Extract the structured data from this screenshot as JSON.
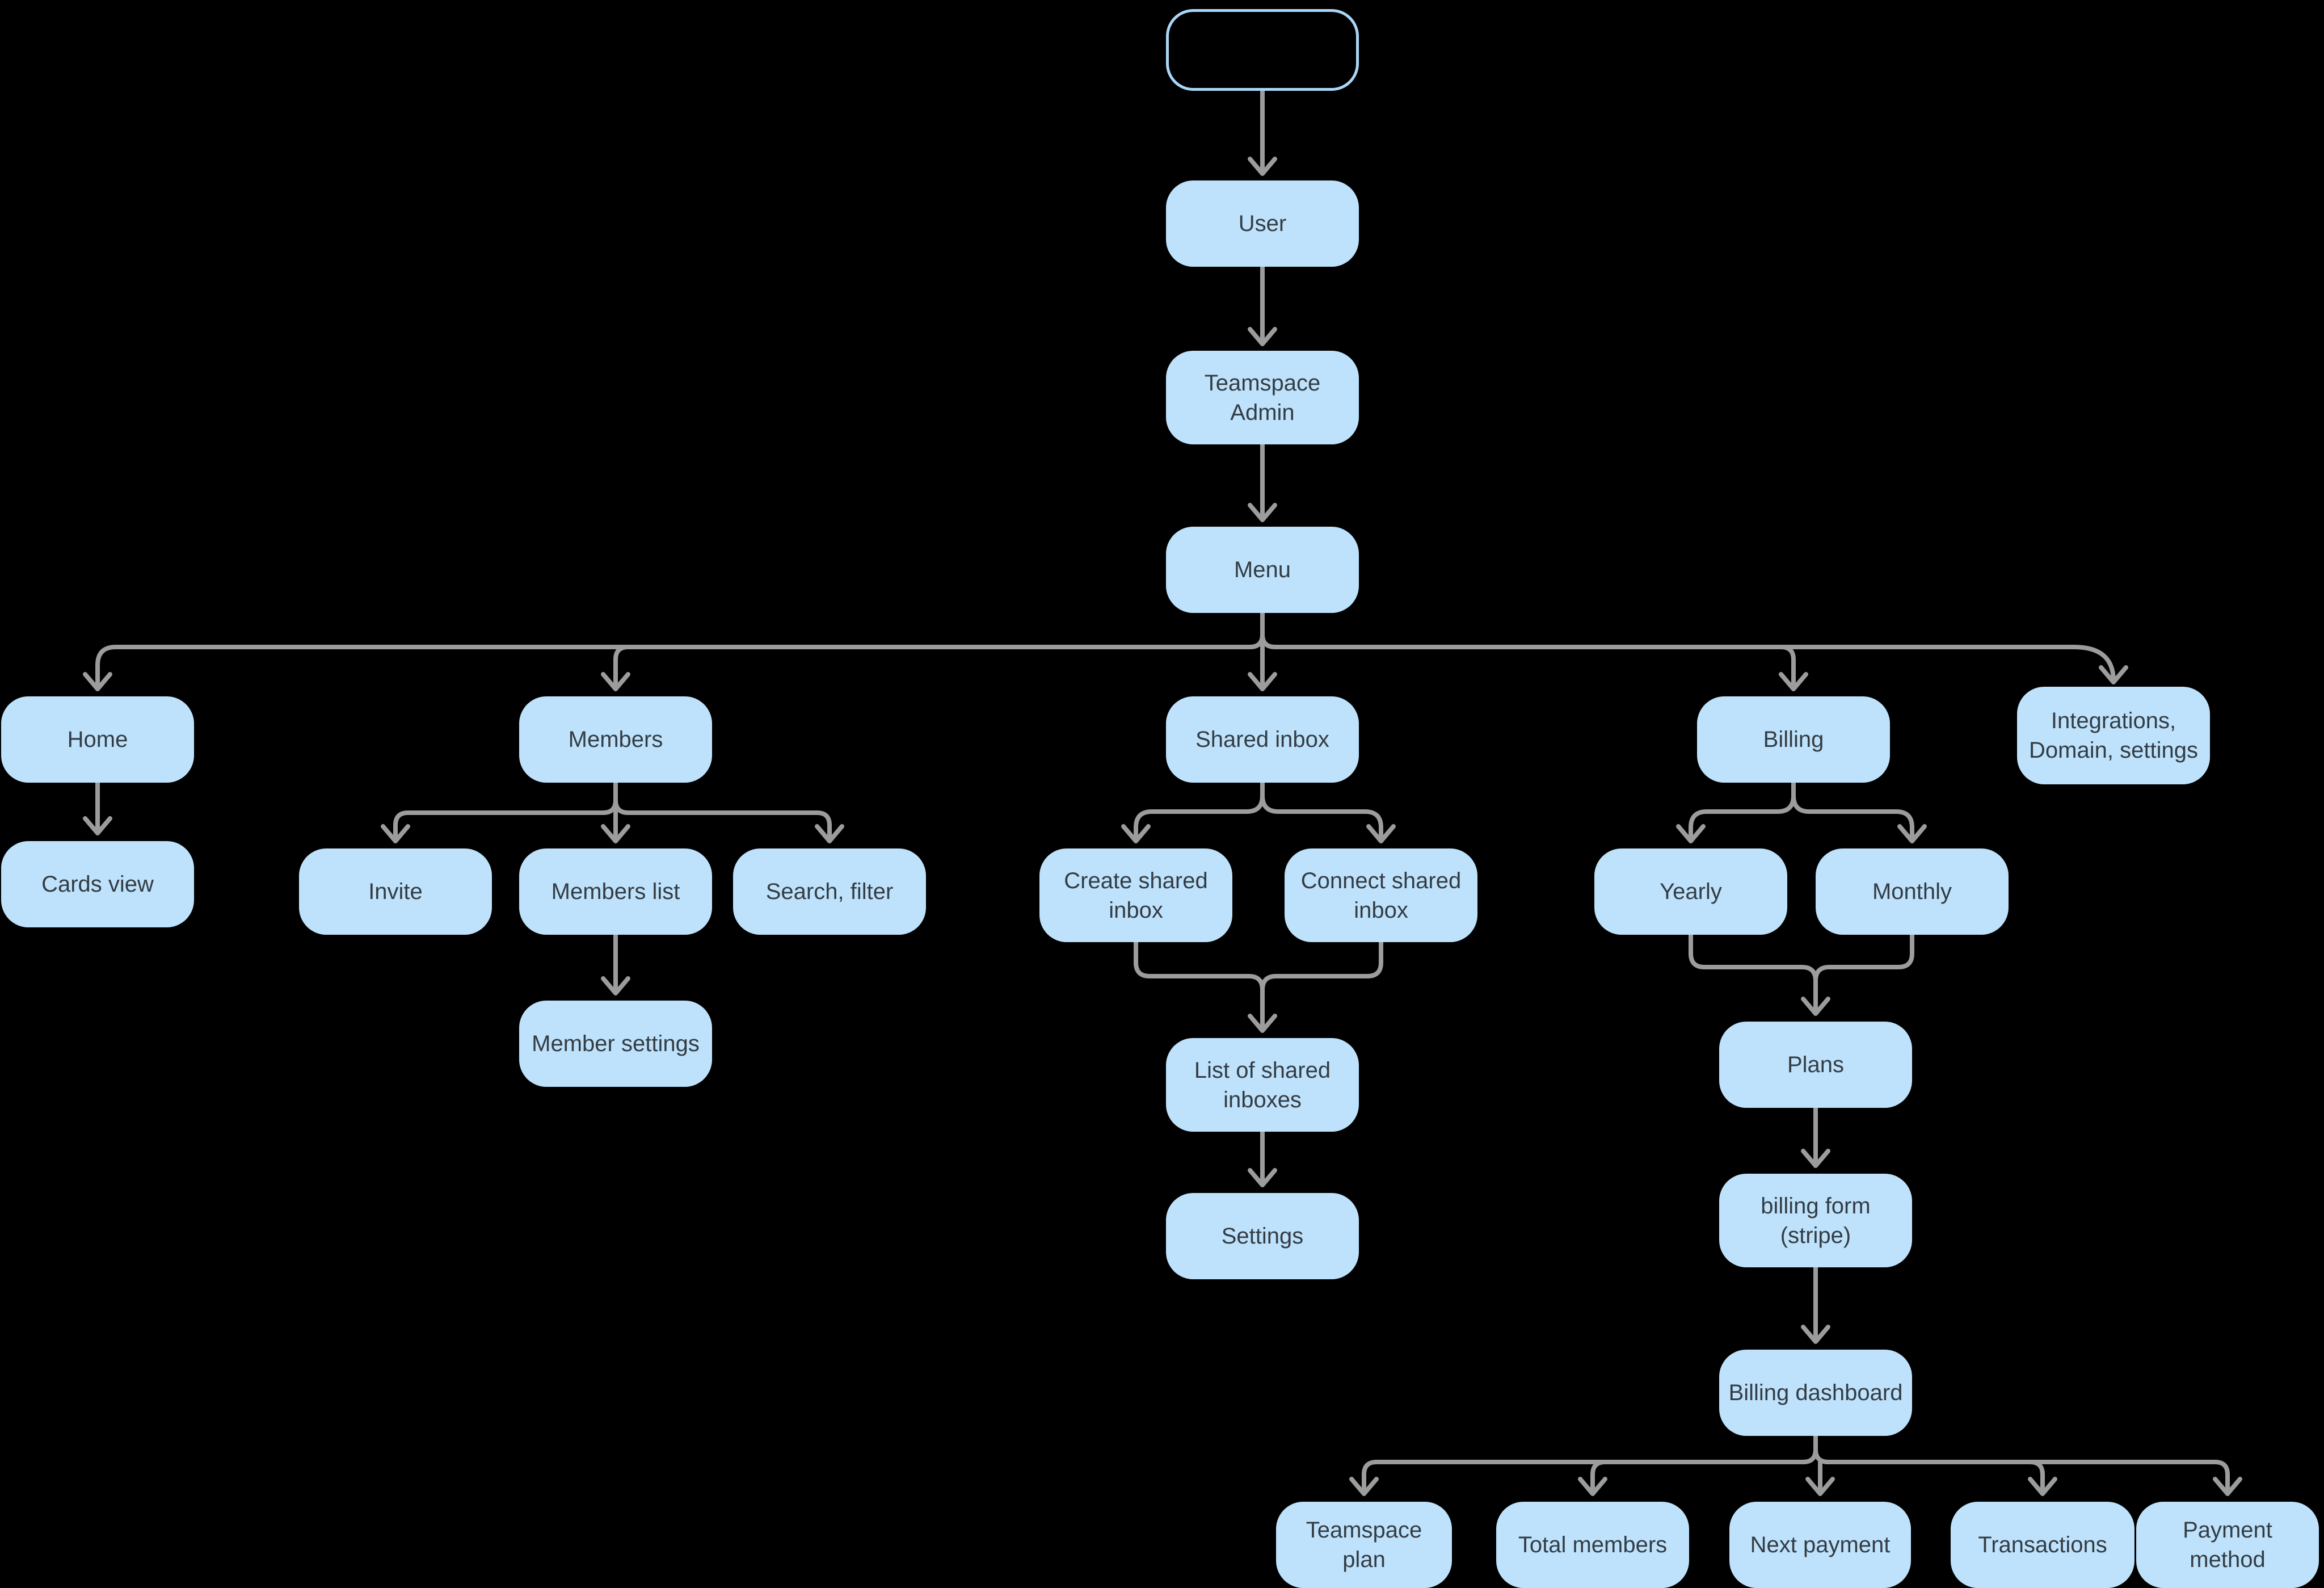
{
  "diagram": {
    "type": "flowchart",
    "description": "Teamspace admin sitemap flowchart on black background",
    "colors": {
      "background": "#000000",
      "node_fill": "#BEE2FB",
      "node_outline": "#A9D7F7",
      "node_text": "#333C44",
      "connector": "#9C9C9C"
    },
    "nodes": [
      {
        "id": "start",
        "label": "",
        "variant": "outline"
      },
      {
        "id": "user",
        "label": "User"
      },
      {
        "id": "teamspace-admin",
        "label": "Teamspace Admin"
      },
      {
        "id": "menu",
        "label": "Menu"
      },
      {
        "id": "home",
        "label": "Home"
      },
      {
        "id": "members",
        "label": "Members"
      },
      {
        "id": "shared-inbox",
        "label": "Shared inbox"
      },
      {
        "id": "billing",
        "label": "Billing"
      },
      {
        "id": "integrations-domain-settings",
        "label": "Integrations, Domain, settings"
      },
      {
        "id": "cards-view",
        "label": "Cards view"
      },
      {
        "id": "invite",
        "label": "Invite"
      },
      {
        "id": "members-list",
        "label": "Members list"
      },
      {
        "id": "search-filter",
        "label": "Search, filter"
      },
      {
        "id": "create-shared-inbox",
        "label": "Create shared inbox"
      },
      {
        "id": "connect-shared-inbox",
        "label": "Connect shared inbox"
      },
      {
        "id": "yearly",
        "label": "Yearly"
      },
      {
        "id": "monthly",
        "label": "Monthly"
      },
      {
        "id": "member-settings",
        "label": "Member settings"
      },
      {
        "id": "list-of-shared-inboxes",
        "label": "List of shared inboxes"
      },
      {
        "id": "settings",
        "label": "Settings"
      },
      {
        "id": "plans",
        "label": "Plans"
      },
      {
        "id": "billing-form-stripe",
        "label": "billing form (stripe)"
      },
      {
        "id": "billing-dashboard",
        "label": "Billing dashboard"
      },
      {
        "id": "teamspace-plan",
        "label": "Teamspace plan"
      },
      {
        "id": "total-members",
        "label": "Total members"
      },
      {
        "id": "next-payment",
        "label": "Next payment"
      },
      {
        "id": "transactions",
        "label": "Transactions"
      },
      {
        "id": "payment-method",
        "label": "Payment method"
      }
    ],
    "edges": [
      [
        "start",
        "user"
      ],
      [
        "user",
        "teamspace-admin"
      ],
      [
        "teamspace-admin",
        "menu"
      ],
      [
        "menu",
        "home"
      ],
      [
        "menu",
        "members"
      ],
      [
        "menu",
        "shared-inbox"
      ],
      [
        "menu",
        "billing"
      ],
      [
        "menu",
        "integrations-domain-settings"
      ],
      [
        "home",
        "cards-view"
      ],
      [
        "members",
        "invite"
      ],
      [
        "members",
        "members-list"
      ],
      [
        "members",
        "search-filter"
      ],
      [
        "members-list",
        "member-settings"
      ],
      [
        "shared-inbox",
        "create-shared-inbox"
      ],
      [
        "shared-inbox",
        "connect-shared-inbox"
      ],
      [
        "create-shared-inbox",
        "list-of-shared-inboxes"
      ],
      [
        "connect-shared-inbox",
        "list-of-shared-inboxes"
      ],
      [
        "list-of-shared-inboxes",
        "settings"
      ],
      [
        "billing",
        "yearly"
      ],
      [
        "billing",
        "monthly"
      ],
      [
        "yearly",
        "plans"
      ],
      [
        "monthly",
        "plans"
      ],
      [
        "plans",
        "billing-form-stripe"
      ],
      [
        "billing-form-stripe",
        "billing-dashboard"
      ],
      [
        "billing-dashboard",
        "teamspace-plan"
      ],
      [
        "billing-dashboard",
        "total-members"
      ],
      [
        "billing-dashboard",
        "next-payment"
      ],
      [
        "billing-dashboard",
        "transactions"
      ],
      [
        "billing-dashboard",
        "payment-method"
      ]
    ]
  }
}
